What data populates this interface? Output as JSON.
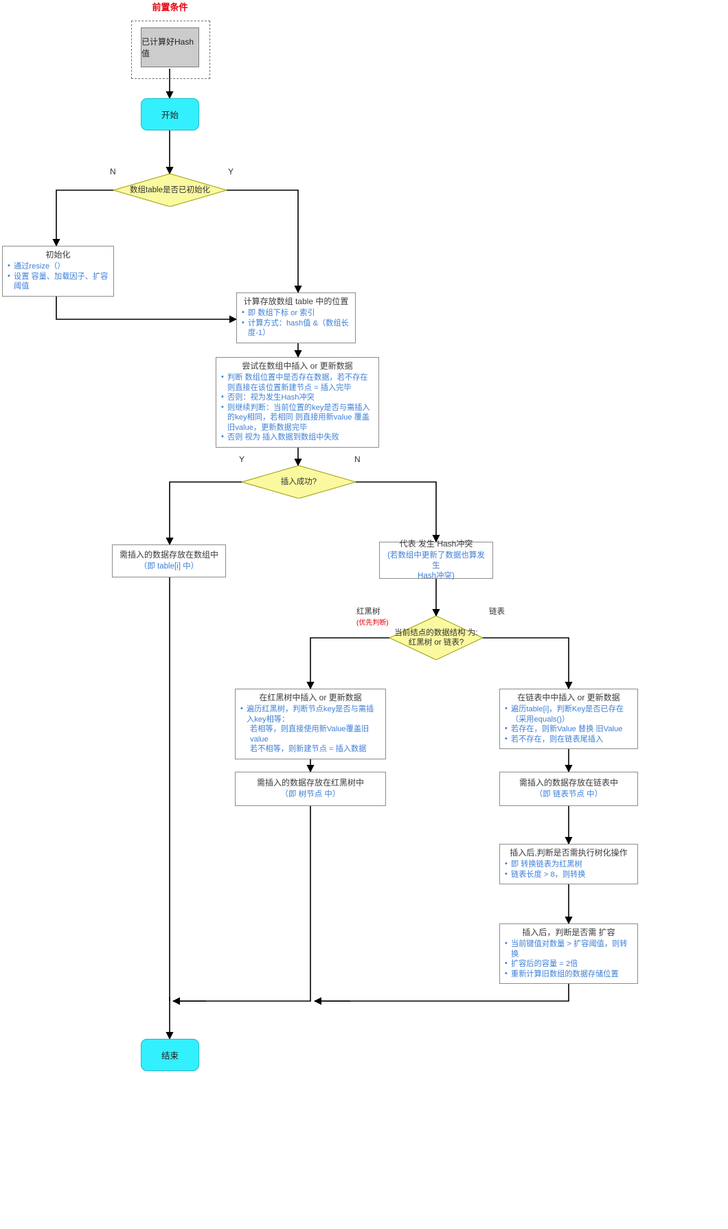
{
  "precondition": {
    "title": "前置条件",
    "box_label": "已计算好Hash值"
  },
  "terminators": {
    "start": "开始",
    "end": "结束"
  },
  "decisions": [
    {
      "id": "table-init",
      "label": "数组table是否已初始化",
      "branch_no": "N",
      "branch_yes": "Y"
    },
    {
      "id": "insert-success",
      "label": "插入成功?",
      "branch_yes": "Y",
      "branch_no": "N"
    },
    {
      "id": "node-structure",
      "label_line1": "当前结点的数据结构 为:",
      "label_line2": "红黑树 or 链表?",
      "branch_left": "红黑树",
      "branch_left_note": "(优先判断)",
      "branch_right": "链表"
    }
  ],
  "boxes": {
    "init": {
      "title": "初始化",
      "bullets": [
        "通过resize（）",
        "设置 容量、加载因子、扩容阈值"
      ]
    },
    "calc_position": {
      "title": "计算存放数组 table 中的位置",
      "bullets": [
        "即 数组下标 or 索引",
        "计算方式：hash值 &（数组长度-1）"
      ]
    },
    "try_insert": {
      "title": "尝试在数组中插入 or 更新数据",
      "bullets": [
        "判断 数组位置中是否存在数据，若不存在 则直接在该位置新建节点 = 插入完毕",
        "否则：视为发生Hash冲突",
        "则继续判断：当前位置的key是否与需插入的key相同，若相同 则直接用新value 覆盖 旧value，更新数据完毕",
        "否则 视为 插入数据到数组中失败"
      ]
    },
    "stored_in_array": {
      "title": "需插入的数据存放在数组中",
      "sub": "（即 table[i] 中）"
    },
    "hash_conflict": {
      "title": "代表 发生 Hash冲突",
      "sub_line1": "(若数组中更新了数据也算发生",
      "sub_line2": "Hash冲突)"
    },
    "rbtree_insert": {
      "title": "在红黑树中插入 or 更新数据",
      "bullets": [
        "遍历红黑树，判断节点key是否与需插入key相等：",
        "若相等，则直接使用新Value覆盖旧 value",
        "若不相等，则新建节点 = 插入数据"
      ]
    },
    "list_insert": {
      "title": "在链表中中插入 or 更新数据",
      "bullets": [
        "遍历table[i]，判断Key是否已存在（采用equals()）",
        "若存在，则新Value 替换 旧Value",
        "若不存在，则在链表尾插入"
      ]
    },
    "stored_in_rbtree": {
      "title": "需插入的数据存放在红黑树中",
      "sub": "（即 树节点 中）"
    },
    "stored_in_list": {
      "title": "需插入的数据存放在链表中",
      "sub": "（即 链表节点 中）"
    },
    "treeify": {
      "title": "插入后,判断是否需执行树化操作",
      "bullets": [
        "即 转换链表为红黑树",
        "链表长度 > 8，则转换"
      ]
    },
    "resize": {
      "title": "插入后，判断是否需 扩容",
      "bullets": [
        "当前键值对数量 > 扩容阈值，则转换",
        "扩容后的容量 = 2倍",
        "重新计算旧数组的数据存储位置"
      ]
    }
  },
  "colors": {
    "terminator_fill": "#33f0ff",
    "decision_fill": "#faf9a0",
    "precondition_fill": "#cccccc",
    "accent_text": "#3d7fd6",
    "red_label": "#e8000d",
    "edge_stroke": "#000000"
  }
}
